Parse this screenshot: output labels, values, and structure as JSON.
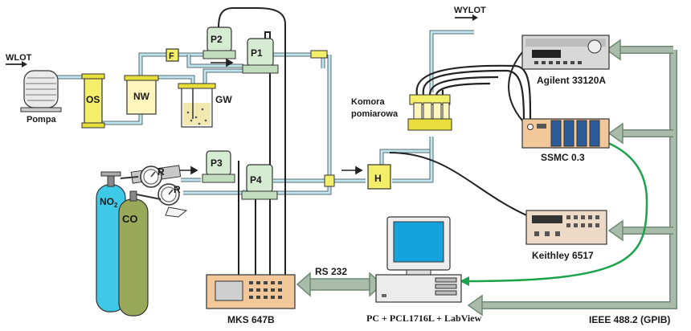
{
  "labels": {
    "wlot_in": "WLOT",
    "wlot_out": "WYLOT",
    "pompa": "Pompa",
    "os": "OS",
    "nw": "NW",
    "gw": "GW",
    "f": "F",
    "p1": "P1",
    "p2": "P2",
    "p3": "P3",
    "p4": "P4",
    "h": "H",
    "r1": "R",
    "r2": "R",
    "no2": "NO",
    "no2_sub": "2",
    "co": "CO",
    "komora_line1": "Komora",
    "komora_line2": "pomiarowa",
    "agilent": "Agilent 33120A",
    "ssmc": "SSMC 0.3",
    "keithley": "Keithley 6517",
    "mks": "MKS 647B",
    "rs232": "RS 232",
    "pc": "PC + PCL1716L + LabView",
    "ieee": "IEEE 488.2 (GPIB)"
  },
  "colors": {
    "yellow": "#f4ef6a",
    "green_part": "#d6ecd2",
    "tan": "#f2c89a",
    "cyan_pipe": "#bfe6ee",
    "bus_green": "#9fb3a2",
    "monitor_blue": "#15a3dd",
    "cable_green": "#1aa34a",
    "no2_cyl": "#3ec9e8",
    "co_cyl": "#9aa85a",
    "instrument_gray": "#d8d8d8"
  }
}
